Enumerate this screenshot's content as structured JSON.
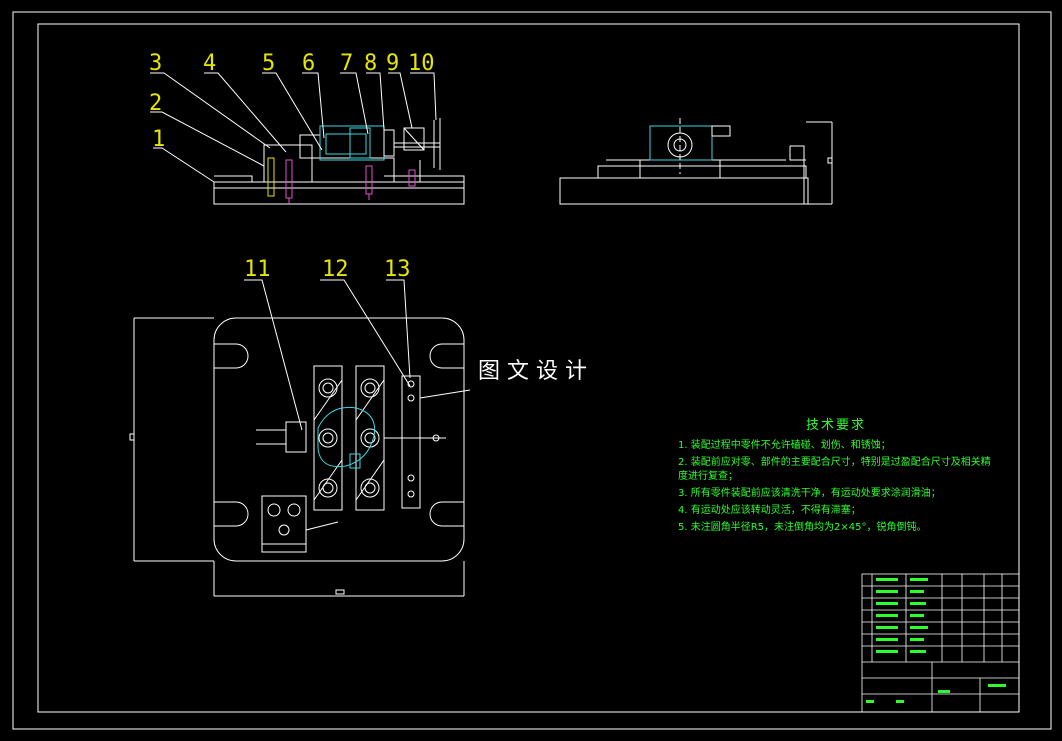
{
  "balloons": {
    "b1": "1",
    "b2": "2",
    "b3": "3",
    "b4": "4",
    "b5": "5",
    "b6": "6",
    "b7": "7",
    "b8": "8",
    "b9": "9",
    "b10": "10",
    "b11": "11",
    "b12": "12",
    "b13": "13"
  },
  "watermark": "图文设计",
  "tech_requirements": {
    "title": "技术要求",
    "items": [
      "1. 装配过程中零件不允许磕碰、划伤、和锈蚀；",
      "2. 装配前应对零、部件的主要配合尺寸，特别是过盈配合尺寸及相关精度进行复查；",
      "3. 所有零件装配前应该清洗干净，有运动处要求涂润滑油；",
      "4. 有运动处应该转动灵活，不得有滞塞；",
      "5. 未注圆角半径R5，未注倒角均为2×45°，锐角倒钝。"
    ],
    "continuation": "度进行复查；"
  },
  "colors": {
    "frame": "#ffffff",
    "outline": "#ffffff",
    "accent_cyan": "#3cd6e0",
    "bolt_magenta": "#e050d0",
    "leader_yellow": "#e6e600",
    "notes_green": "#2cff2c"
  }
}
